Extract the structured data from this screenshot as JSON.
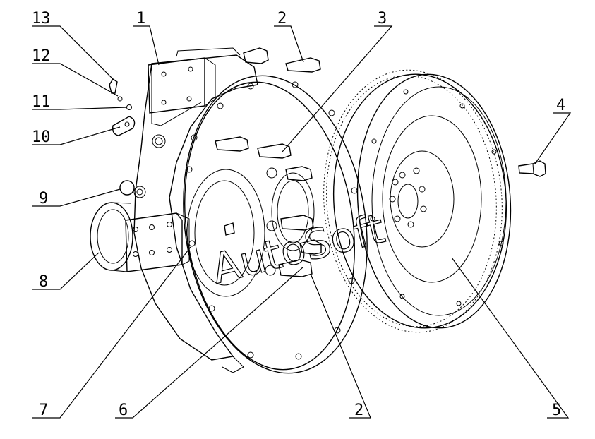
{
  "callouts": [
    {
      "id": "c13",
      "label": "13"
    },
    {
      "id": "c1",
      "label": "1"
    },
    {
      "id": "c2a",
      "label": "2"
    },
    {
      "id": "c3",
      "label": "3"
    },
    {
      "id": "c12",
      "label": "12"
    },
    {
      "id": "c11",
      "label": "11"
    },
    {
      "id": "c10",
      "label": "10"
    },
    {
      "id": "c4",
      "label": "4"
    },
    {
      "id": "c9",
      "label": "9"
    },
    {
      "id": "c8",
      "label": "8"
    },
    {
      "id": "c7",
      "label": "7"
    },
    {
      "id": "c6",
      "label": "6"
    },
    {
      "id": "c2b",
      "label": "2"
    },
    {
      "id": "c5",
      "label": "5"
    }
  ],
  "watermark": "AutoSoft",
  "colors": {
    "line": "#000000",
    "background": "#ffffff"
  }
}
